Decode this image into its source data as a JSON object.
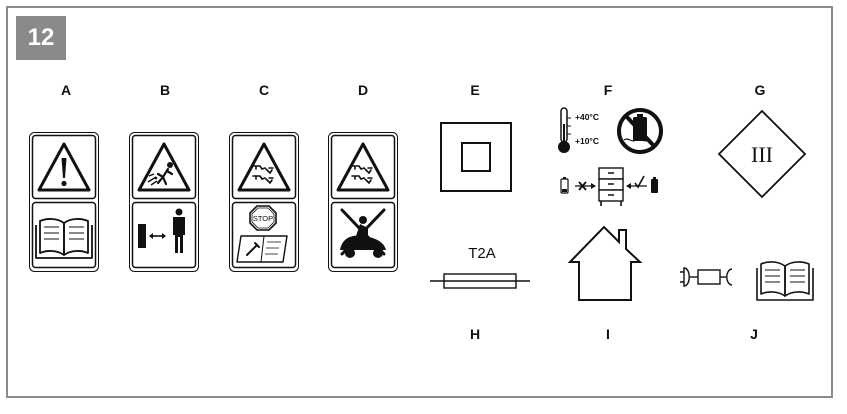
{
  "figure": {
    "number": "12",
    "labels": {
      "A": "A",
      "B": "B",
      "C": "C",
      "D": "D",
      "E": "E",
      "F": "F",
      "G": "G",
      "H": "H",
      "I": "I",
      "J": "J"
    },
    "fuse_rating": "T2A",
    "temp_max": "+40°C",
    "temp_min": "+10°C",
    "stop_text": "STOP",
    "class_roman": "III"
  },
  "icons": {
    "A": [
      "warning-triangle-icon",
      "open-book-icon"
    ],
    "B": [
      "thrown-object-warning-icon",
      "safe-distance-icon"
    ],
    "C": [
      "blade-warning-icon",
      "stop-read-manual-icon"
    ],
    "D": [
      "blade-warning-icon",
      "no-riding-icon"
    ],
    "E": "class-ii-double-insulation-icon",
    "F": "battery-storage-temperature-icon",
    "G": "class-iii-diamond-icon",
    "H": "fuse-icon",
    "I": "indoor-use-house-icon",
    "J": "plug-read-manual-icon"
  },
  "colors": {
    "frame": "#8a8a8a",
    "ink": "#111111"
  }
}
